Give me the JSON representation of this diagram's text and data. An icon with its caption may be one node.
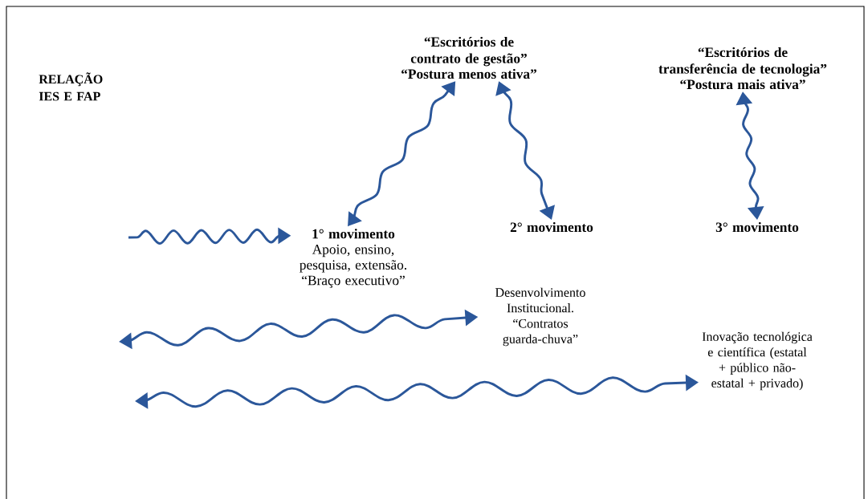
{
  "diagram": {
    "nodes": [
      {
        "text": [
          "“Escritórios de contrato de gestão”",
          "“Postura menos ativa”"
        ]
      },
      {
        "text": [
          "“Escritórios de transferência de tecnologia”",
          "“Postura mais ativa”"
        ]
      },
      {
        "text": [
          "1° movimento",
          "Apoio, ensino, pesquisa, extensão. “Braço executivo”"
        ]
      },
      {
        "text": [
          "2° movimento"
        ]
      },
      {
        "text": [
          "3° movimento"
        ]
      },
      {
        "text": [
          "Desenvolvimento Institucional. “Contratos guarda-chuva”"
        ]
      },
      {
        "text": [
          "Inovação tecnológica e científica (estatal + público não-estatal + privado)"
        ]
      }
    ],
    "edges": [
      {
        "from": null,
        "to": 2,
        "arrow": "to"
      },
      {
        "from": 2,
        "to": 0,
        "arrow": "both"
      },
      {
        "from": 0,
        "to": 3,
        "arrow": "both"
      },
      {
        "from": 1,
        "to": 4,
        "arrow": "both"
      },
      {
        "from": null,
        "to": 5,
        "arrow": "both"
      },
      {
        "from": null,
        "to": 6,
        "arrow": "both"
      }
    ],
    "labels": [
      "RELAÇÃO IES E FAP"
    ]
  }
}
